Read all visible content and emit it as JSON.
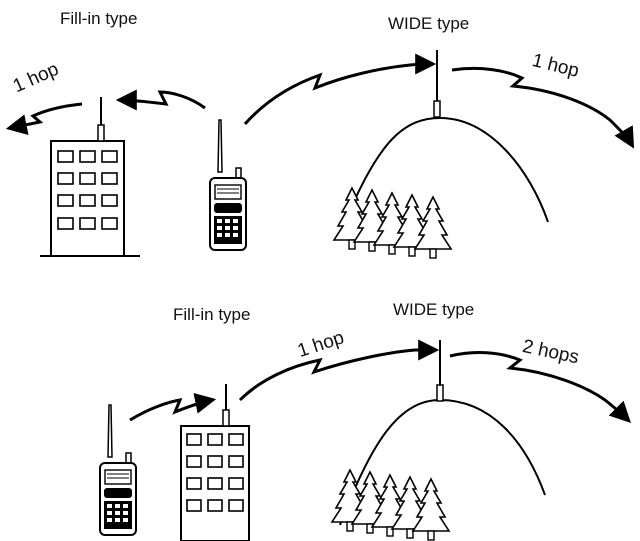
{
  "top": {
    "fill_in_label": "Fill-in type",
    "wide_label": "WIDE type",
    "hop_left": "1 hop",
    "hop_right": "1 hop"
  },
  "bottom": {
    "fill_in_label": "Fill-in type",
    "wide_label": "WIDE type",
    "hop_middle": "1 hop",
    "hop_right": "2 hops"
  },
  "icons": [
    "building-icon",
    "handheld-radio-icon",
    "mountain-icon",
    "trees-icon",
    "repeater-antenna-icon",
    "radio-signal-arrow-icon"
  ]
}
